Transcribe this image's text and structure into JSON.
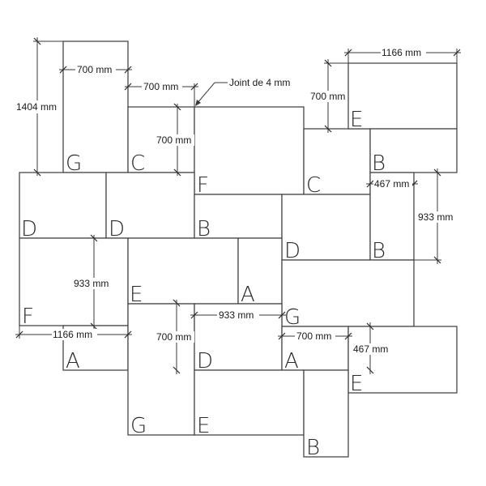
{
  "slab_labels": {
    "s1": "G",
    "s2": "C",
    "s3": "F",
    "s4": "C",
    "s5": "E",
    "s6": "B",
    "s7": "D",
    "s8": "D",
    "s9": "B",
    "s10": "D",
    "s11": "B",
    "s12": "F",
    "s13": "E",
    "s14": "A",
    "s15": "G",
    "s16": "A",
    "s17": "G",
    "s18": "D",
    "s19": "A",
    "s20": "E",
    "s21": "E",
    "s22": "B"
  },
  "dimensions": {
    "d_top_left_width": "700 mm",
    "d_left_height": "1404 mm",
    "d_c_width": "700 mm",
    "d_c_height": "700 mm",
    "d_top_right_width": "1166 mm",
    "d_right_e_height": "700 mm",
    "d_b_width": "467 mm",
    "d_right_height": "933 mm",
    "d_left_mid_height": "933 mm",
    "d_bottom_left_width": "1166 mm",
    "d_bottom_mid_height": "700 mm",
    "d_center_width": "933 mm",
    "d_bottom_right_width": "700 mm",
    "d_bottom_right_height": "467 mm"
  },
  "joint_note": "Joint de 4 mm"
}
